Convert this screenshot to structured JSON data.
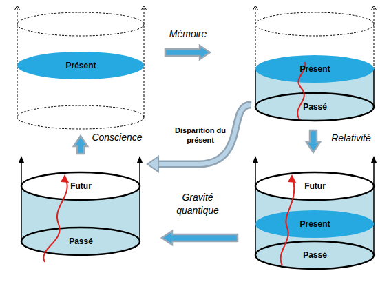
{
  "diagram": {
    "nodes": [
      {
        "text": [
          "Présent"
        ]
      },
      {
        "text": [
          "Présent",
          "Passé"
        ]
      },
      {
        "text": [
          "Futur",
          "Passé"
        ]
      },
      {
        "text": [
          "Futur",
          "Présent",
          "Passé"
        ]
      }
    ],
    "edges": [
      {
        "from": 0,
        "to": 1,
        "arrow": "to",
        "label": "Mémoire"
      },
      {
        "from": 1,
        "to": 3,
        "arrow": "to",
        "label": "Relativité"
      },
      {
        "from": 3,
        "to": 2,
        "arrow": "to",
        "label": "Gravité quantique"
      },
      {
        "from": 2,
        "to": 0,
        "arrow": "to",
        "label": "Conscience"
      },
      {
        "from": 1,
        "to": 2,
        "arrow": "to",
        "label": "Disparition du présent"
      }
    ]
  }
}
